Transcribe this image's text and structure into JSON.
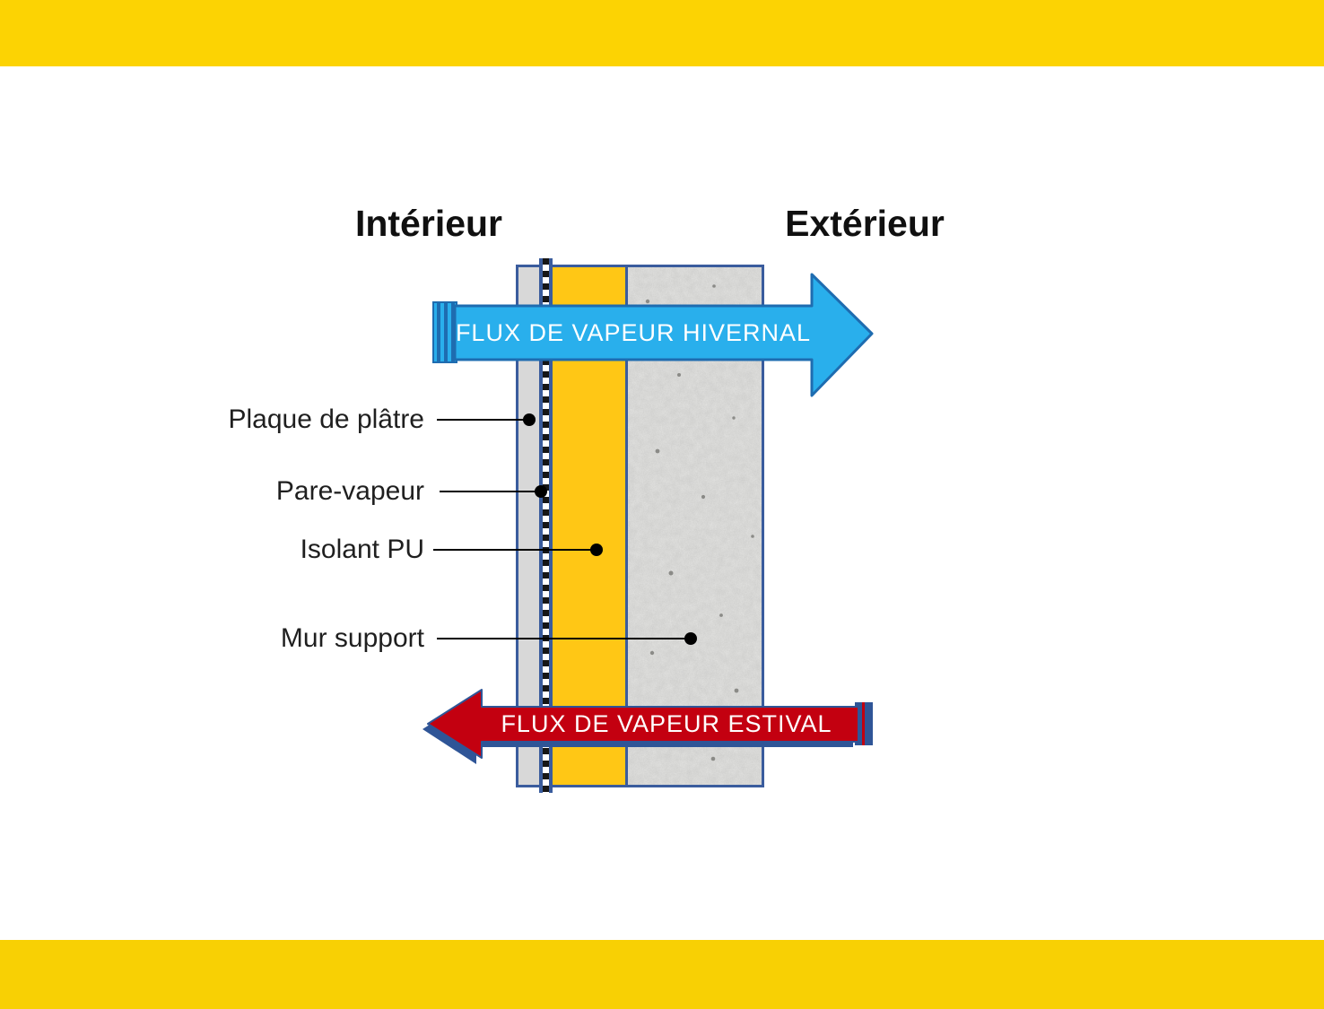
{
  "headings": {
    "interior": "Intérieur",
    "exterior": "Extérieur"
  },
  "arrows": {
    "winter": {
      "label": "FLUX DE VAPEUR HIVERNAL",
      "direction": "right",
      "fill_color": "#29AFEC",
      "border_color": "#1E6CB0"
    },
    "summer": {
      "label": "FLUX DE VAPEUR ESTIVAL",
      "direction": "left",
      "fill_color": "#C30010",
      "border_color": "#2F5597"
    }
  },
  "wall_layers": [
    {
      "name": "Plaque de plâtre",
      "color": "#D8D8D8"
    },
    {
      "name": "Pare-vapeur",
      "color": "#FFFFFF",
      "pattern": "black-white checkered strip"
    },
    {
      "name": "Isolant PU",
      "color": "#FFC715"
    },
    {
      "name": "Mur support",
      "color": "#E6E6E4",
      "texture": "concrete"
    }
  ],
  "banner": {
    "top_color": "#FCD303",
    "bottom_color": "#F8D004"
  }
}
